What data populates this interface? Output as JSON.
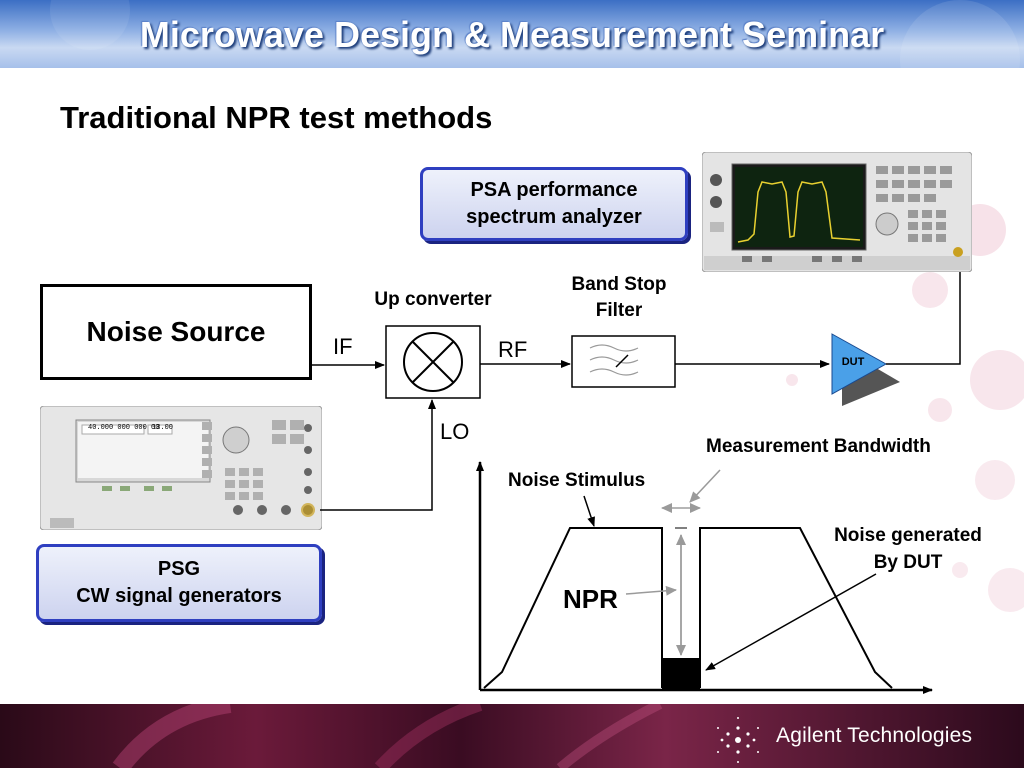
{
  "header": {
    "title": "Microwave Design & Measurement Seminar"
  },
  "slide": {
    "title": "Traditional NPR test methods"
  },
  "boxes": {
    "noise_source": "Noise Source",
    "psa": "PSA performance\nspectrum analyzer",
    "psg": "PSG\nCW signal generators"
  },
  "labels": {
    "up_converter": "Up converter",
    "band_stop": "Band Stop\nFilter",
    "if": "IF",
    "rf": "RF",
    "lo": "LO",
    "dut": "DUT"
  },
  "plot": {
    "measurement_bandwidth": "Measurement Bandwidth",
    "noise_stimulus": "Noise Stimulus",
    "noise_generated": "Noise generated\nBy DUT",
    "npr": "NPR"
  },
  "psa_screen": {
    "readout": ""
  },
  "psg_screen": {
    "freq": "40.000 000 000 00",
    "amp": "13.00"
  },
  "footer": {
    "company": "Agilent Technologies"
  },
  "colors": {
    "box_border": "#2f3fc0",
    "banner": "#5b84d0",
    "footer": "#5a1430"
  }
}
